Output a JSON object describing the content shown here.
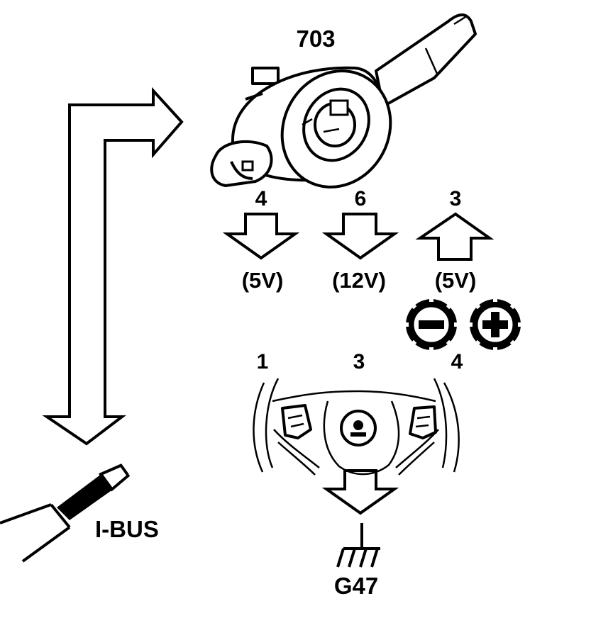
{
  "component_label": "703",
  "connector_pins_top": [
    {
      "pin": "4",
      "voltage": "(5V)",
      "direction": "down"
    },
    {
      "pin": "6",
      "voltage": "(12V)",
      "direction": "down"
    },
    {
      "pin": "3",
      "voltage": "(5V)",
      "direction": "up"
    }
  ],
  "button_icons": [
    "minus-gear-icon",
    "plus-gear-icon"
  ],
  "steering_wheel_pins": [
    "1",
    "3",
    "4"
  ],
  "bus_label": "I-BUS",
  "ground_label": "G47"
}
